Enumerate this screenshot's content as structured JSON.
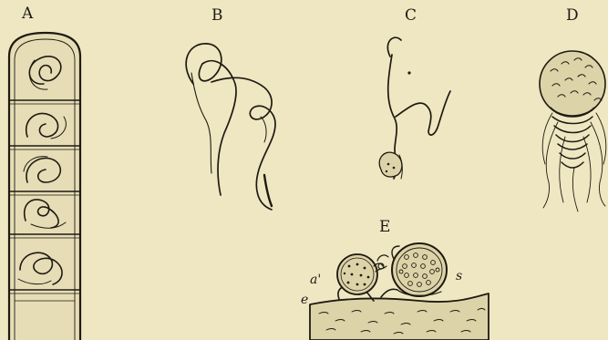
{
  "figure": {
    "labels": {
      "a": "A",
      "b": "B",
      "c": "C",
      "d": "D",
      "e": "E",
      "a_prime": "a'",
      "e_small": "e",
      "s_small": "s"
    },
    "colors": {
      "paper": "#efe7c2",
      "ink": "#1e1a12",
      "cell_fill": "#e6ddb6"
    }
  }
}
